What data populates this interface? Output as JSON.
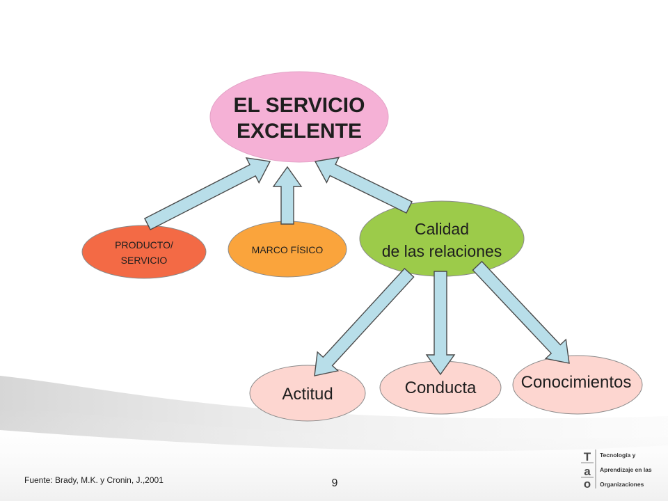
{
  "slide": {
    "source": "Fuente: Brady, M.K. y Cronin, J.,2001",
    "page_number": "9"
  },
  "diagram": {
    "center": {
      "lines": [
        "EL SERVICIO",
        "EXCELENTE"
      ],
      "color": "#f5b1d6"
    },
    "factors": [
      {
        "lines": [
          "PRODUCTO/",
          "SERVICIO"
        ],
        "color": "#f36a45"
      },
      {
        "lines": [
          "MARCO FÍSICO"
        ],
        "color": "#faa43c"
      },
      {
        "lines": [
          "Calidad",
          "de las relaciones"
        ],
        "color": "#9ccb4a"
      }
    ],
    "components": [
      {
        "label": "Actitud",
        "color": "#fdd6d0"
      },
      {
        "label": "Conducta",
        "color": "#fdd6d0"
      },
      {
        "label": "Conocimientos",
        "color": "#fdd6d0"
      }
    ],
    "arrow_color": "#b8dee9"
  },
  "logo": {
    "letters": [
      "T",
      "a",
      "o"
    ],
    "lines": [
      "Tecnología y",
      "Aprendizaje en las",
      "Organizaciones"
    ]
  }
}
